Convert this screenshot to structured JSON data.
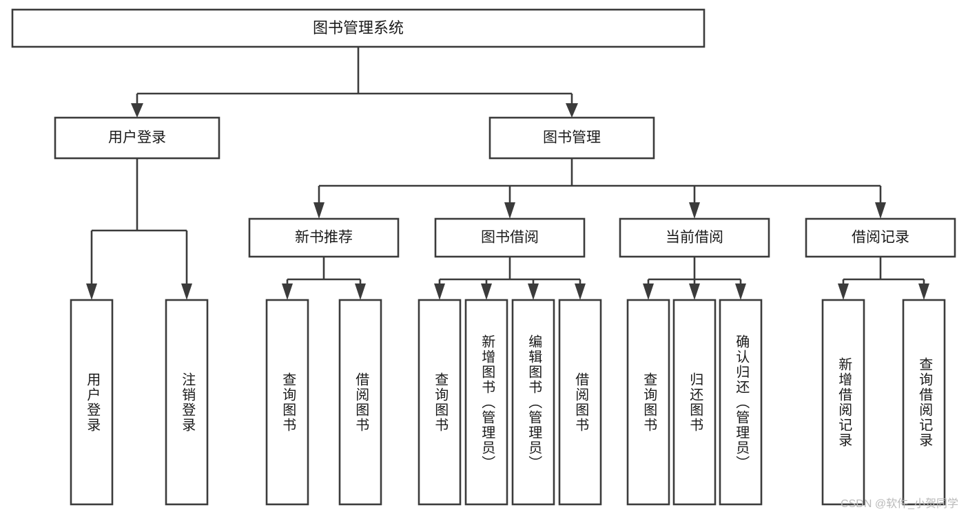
{
  "diagram": {
    "type": "tree",
    "title": "图书管理系统",
    "watermark": "CSDN @软件_小贺同学",
    "colors": {
      "background": "#ffffff",
      "stroke": "#3b3b3b",
      "node_fill": "#ffffff",
      "text": "#1a1a1a",
      "watermark": "#b9b9b9"
    },
    "levels": {
      "root": {
        "label": "图书管理系统"
      },
      "level1": [
        {
          "id": "user-login",
          "label": "用户登录"
        },
        {
          "id": "book-management",
          "label": "图书管理"
        }
      ],
      "level2": [
        {
          "id": "new-book-recommend",
          "label": "新书推荐",
          "parent": "book-management"
        },
        {
          "id": "book-borrow",
          "label": "图书借阅",
          "parent": "book-management"
        },
        {
          "id": "current-borrow",
          "label": "当前借阅",
          "parent": "book-management"
        },
        {
          "id": "borrow-record",
          "label": "借阅记录",
          "parent": "book-management"
        }
      ],
      "leaves": [
        {
          "id": "leaf-user-login",
          "label": "用户登录",
          "parent": "user-login"
        },
        {
          "id": "leaf-user-logout",
          "label": "注销登录",
          "parent": "user-login"
        },
        {
          "id": "leaf-query-book-1",
          "label": "查询图书",
          "parent": "new-book-recommend"
        },
        {
          "id": "leaf-borrow-book-1",
          "label": "借阅图书",
          "parent": "new-book-recommend"
        },
        {
          "id": "leaf-query-book-2",
          "label": "查询图书",
          "parent": "book-borrow"
        },
        {
          "id": "leaf-add-book",
          "label": "新增图书（管理员）",
          "parent": "book-borrow"
        },
        {
          "id": "leaf-edit-book",
          "label": "编辑图书（管理员）",
          "parent": "book-borrow"
        },
        {
          "id": "leaf-borrow-book-2",
          "label": "借阅图书",
          "parent": "book-borrow"
        },
        {
          "id": "leaf-query-book-3",
          "label": "查询图书",
          "parent": "current-borrow"
        },
        {
          "id": "leaf-return-book",
          "label": "归还图书",
          "parent": "current-borrow"
        },
        {
          "id": "leaf-confirm-return",
          "label": "确认归还（管理员）",
          "parent": "current-borrow"
        },
        {
          "id": "leaf-add-record",
          "label": "新增借阅记录",
          "parent": "borrow-record"
        },
        {
          "id": "leaf-query-record",
          "label": "查询借阅记录",
          "parent": "borrow-record"
        }
      ]
    }
  }
}
